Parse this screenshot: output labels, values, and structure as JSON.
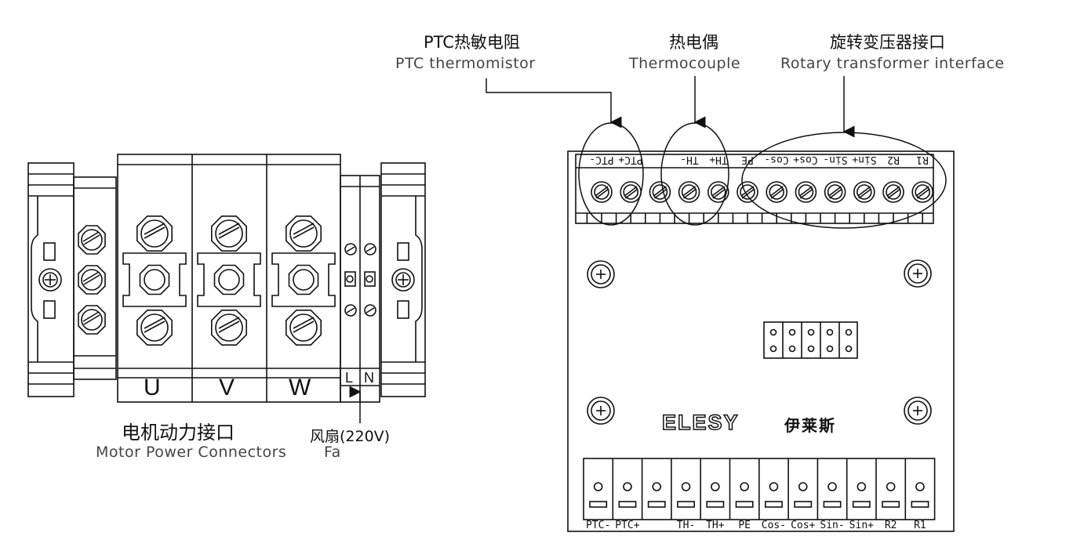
{
  "annotations": {
    "ptc_cn": "PTC热敏电阻",
    "ptc_en": "PTC thermomistor",
    "tc_cn": "热电偶",
    "tc_en": "Thermocouple",
    "rot_cn": "旋转变压器接口",
    "rot_en": "Rotary transformer interface",
    "motor_cn": "电机动力接口",
    "motor_en": "Motor Power Connectors",
    "fan_cn": "风扇(220V)",
    "fan_en": "Fa"
  },
  "motor_block": {
    "phases": [
      "U",
      "V",
      "W"
    ],
    "fan_terminals": [
      "L",
      "N"
    ]
  },
  "board": {
    "top_terminals": [
      "PTC-",
      "PTC+",
      "",
      "TH-",
      "TH+",
      "PE",
      "Cos-",
      "Cos+",
      "Sin-",
      "Sin+",
      "R2",
      "R1"
    ],
    "bottom_terminals": [
      "PTC-",
      "PTC+",
      "",
      "TH-",
      "TH+",
      "PE",
      "Cos-",
      "Cos+",
      "Sin-",
      "Sin+",
      "R2",
      "R1"
    ],
    "logo_en": "ELESY",
    "logo_cn": "伊莱斯"
  }
}
